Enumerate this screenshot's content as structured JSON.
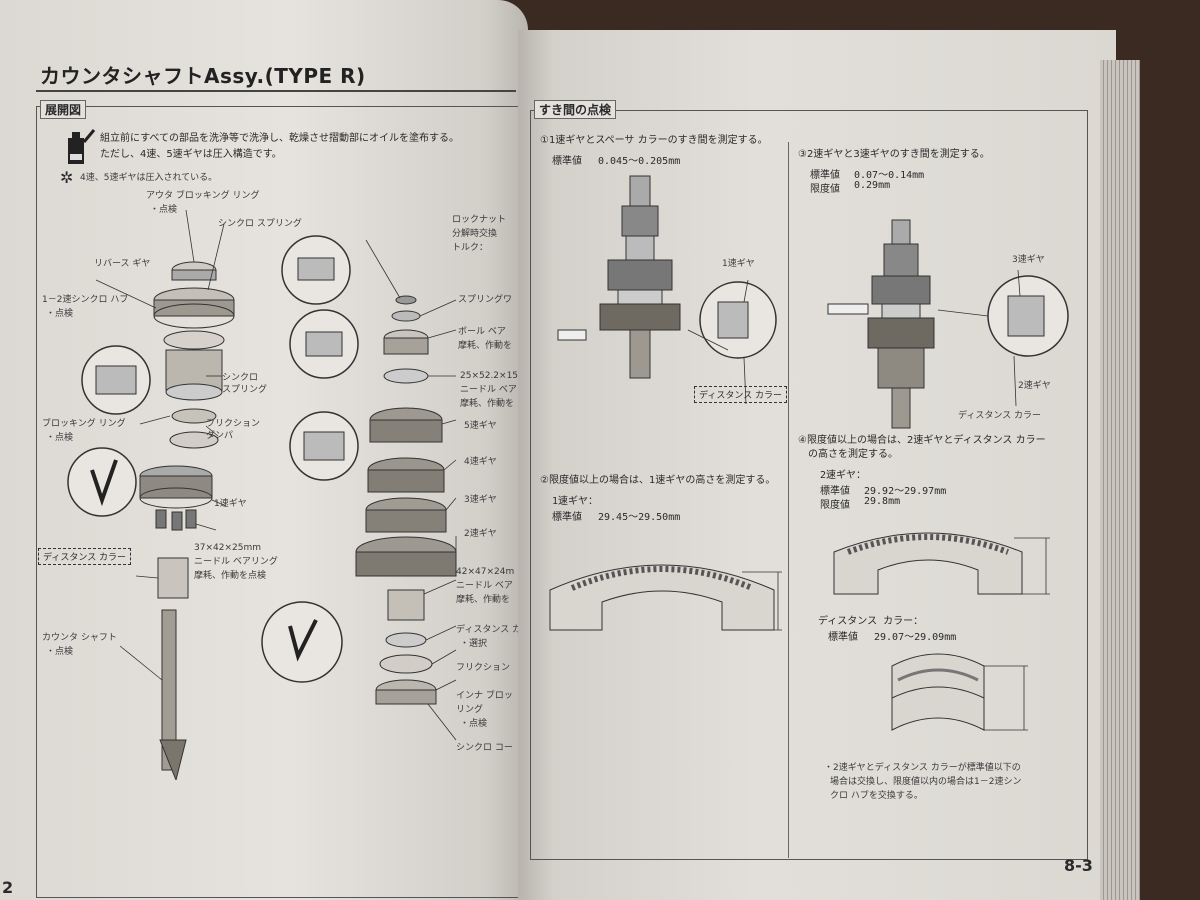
{
  "left": {
    "title": "カウンタシャフトAssy.(TYPE R)",
    "section_label": "展開図",
    "oil_text": "組立前にすべての部品を洗浄等で洗浄し、乾燥させ摺動部にオイルを塗布する。",
    "note_line2": "ただし、4速、5速ギヤは圧入構造です。",
    "note_line3": "4速、5速ギヤは圧入されている。",
    "labels": {
      "outer_ring": "アウタ ブロッキング リング",
      "outer_ring_check": "・点検",
      "synchro_spring_top": "シンクロ スプリング",
      "reverse_gear": "リバース ギヤ",
      "hub": "1－2速シンクロ ハブ",
      "hub_check": "・点検",
      "synchro_spring": "シンクロ\nスプリング",
      "blocking_ring": "ブロッキング リング",
      "blocking_ring_check": "・点検",
      "friction_damper": "フリクション\nダンパ",
      "gear1": "1速ギヤ",
      "distance_collar": "ディスタンス カラー",
      "bearing1_size": "37×42×25mm",
      "bearing1_name": "ニードル ベアリング",
      "bearing1_note": "摩耗、作動を点検",
      "countershaft": "カウンタ シャフト",
      "countershaft_check": "・点検",
      "locknut": "ロックナット",
      "locknut_note": "分解時交換",
      "torque": "トルク：",
      "spring_washer": "スプリングワ",
      "ball_bearing": "ボール ベア",
      "ball_bearing_note": "摩耗、作動を",
      "bearing2_size": "25×52.2×15",
      "bearing2_name": "ニードル ベア",
      "bearing2_note": "摩耗、作動を",
      "gear5": "5速ギヤ",
      "gear4": "4速ギヤ",
      "gear3": "3速ギヤ",
      "gear2": "2速ギヤ",
      "bearing3_size": "42×47×24m",
      "bearing3_name": "ニードル ベア",
      "bearing3_note": "摩耗、作動を",
      "distance_collar2": "ディスタンス カ",
      "select": "・選択",
      "friction_damper2": "フリクション",
      "inner_ring": "インナ ブロッ",
      "inner_ring2": "リング",
      "inner_check": "・点検",
      "synchro_cone": "シンクロ コー"
    },
    "page_number": "2"
  },
  "right": {
    "section_label": "すき間の点検",
    "s1_text": "①1速ギヤとスペーサ カラーのすき間を測定する。",
    "s1_std_label": "標準値",
    "s1_std_value": "0.045～0.205mm",
    "s1_gear_label": "1速ギヤ",
    "s1_collar_label": "ディスタンス カラー",
    "s1b_text": "②限度値以上の場合は、1速ギヤの高さを測定する。",
    "s1b_gear": "1速ギヤ：",
    "s1b_std_label": "標準値",
    "s1b_std_value": "29.45～29.50mm",
    "s2_text": "③2速ギヤと3速ギヤのすき間を測定する。",
    "s2_std_label": "標準値",
    "s2_std_value": "0.07～0.14mm",
    "s2_limit_label": "限度値",
    "s2_limit_value": "0.29mm",
    "s2_gear_label": "3速ギヤ",
    "s2_gear2_label": "2速ギヤ",
    "s2_collar_label": "ディスタンス カラー",
    "s2b_text1": "④限度値以上の場合は、2速ギヤとディスタンス カラー",
    "s2b_text2": "の高さを測定する。",
    "s2b_gear": "2速ギヤ：",
    "s2b_std_label": "標準値",
    "s2b_std_value": "29.92～29.97mm",
    "s2b_limit_label": "限度値",
    "s2b_limit_value": "29.8mm",
    "collar_title": "ディスタンス カラー：",
    "collar_std_label": "標準値",
    "collar_std_value": "29.07～29.09mm",
    "bottom_note1": "・2速ギヤとディスタンス カラーが標準値以下の",
    "bottom_note2": "場合は交換し、限度値以内の場合は1－2速シン",
    "bottom_note3": "クロ ハブを交換する。",
    "page_number": "8-3"
  }
}
